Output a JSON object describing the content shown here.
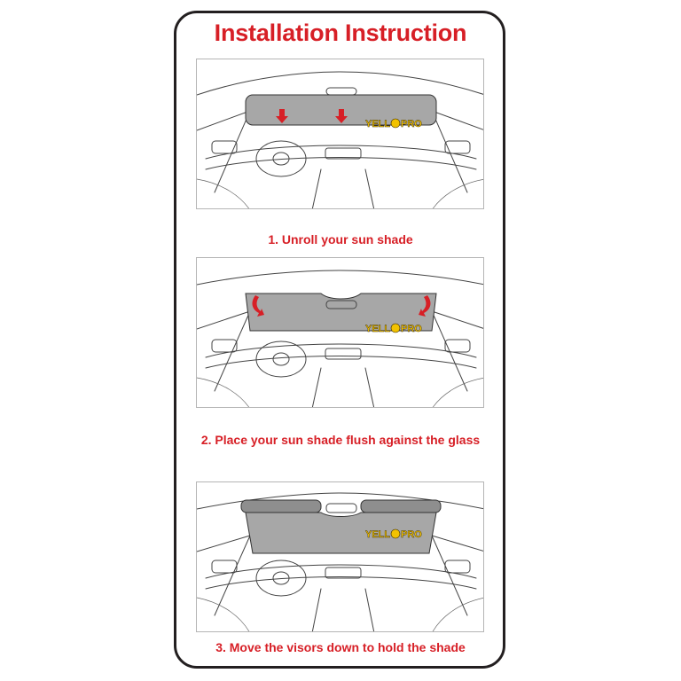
{
  "title": "Installation Instruction",
  "brand": {
    "left": "YELL",
    "right": "PRO"
  },
  "steps": [
    {
      "label": "1. Unroll your sun shade"
    },
    {
      "label": "2. Place your sun shade flush against the glass"
    },
    {
      "label": "3. Move the visors down to hold the shade"
    }
  ],
  "colors": {
    "accent": "#d71f26",
    "shade": "#a7a7a7",
    "border": "#231f20",
    "logo": "#f2c200"
  },
  "icons": [
    "down-arrow-icon",
    "curved-arrow-icon",
    "tiger-logo-icon"
  ]
}
